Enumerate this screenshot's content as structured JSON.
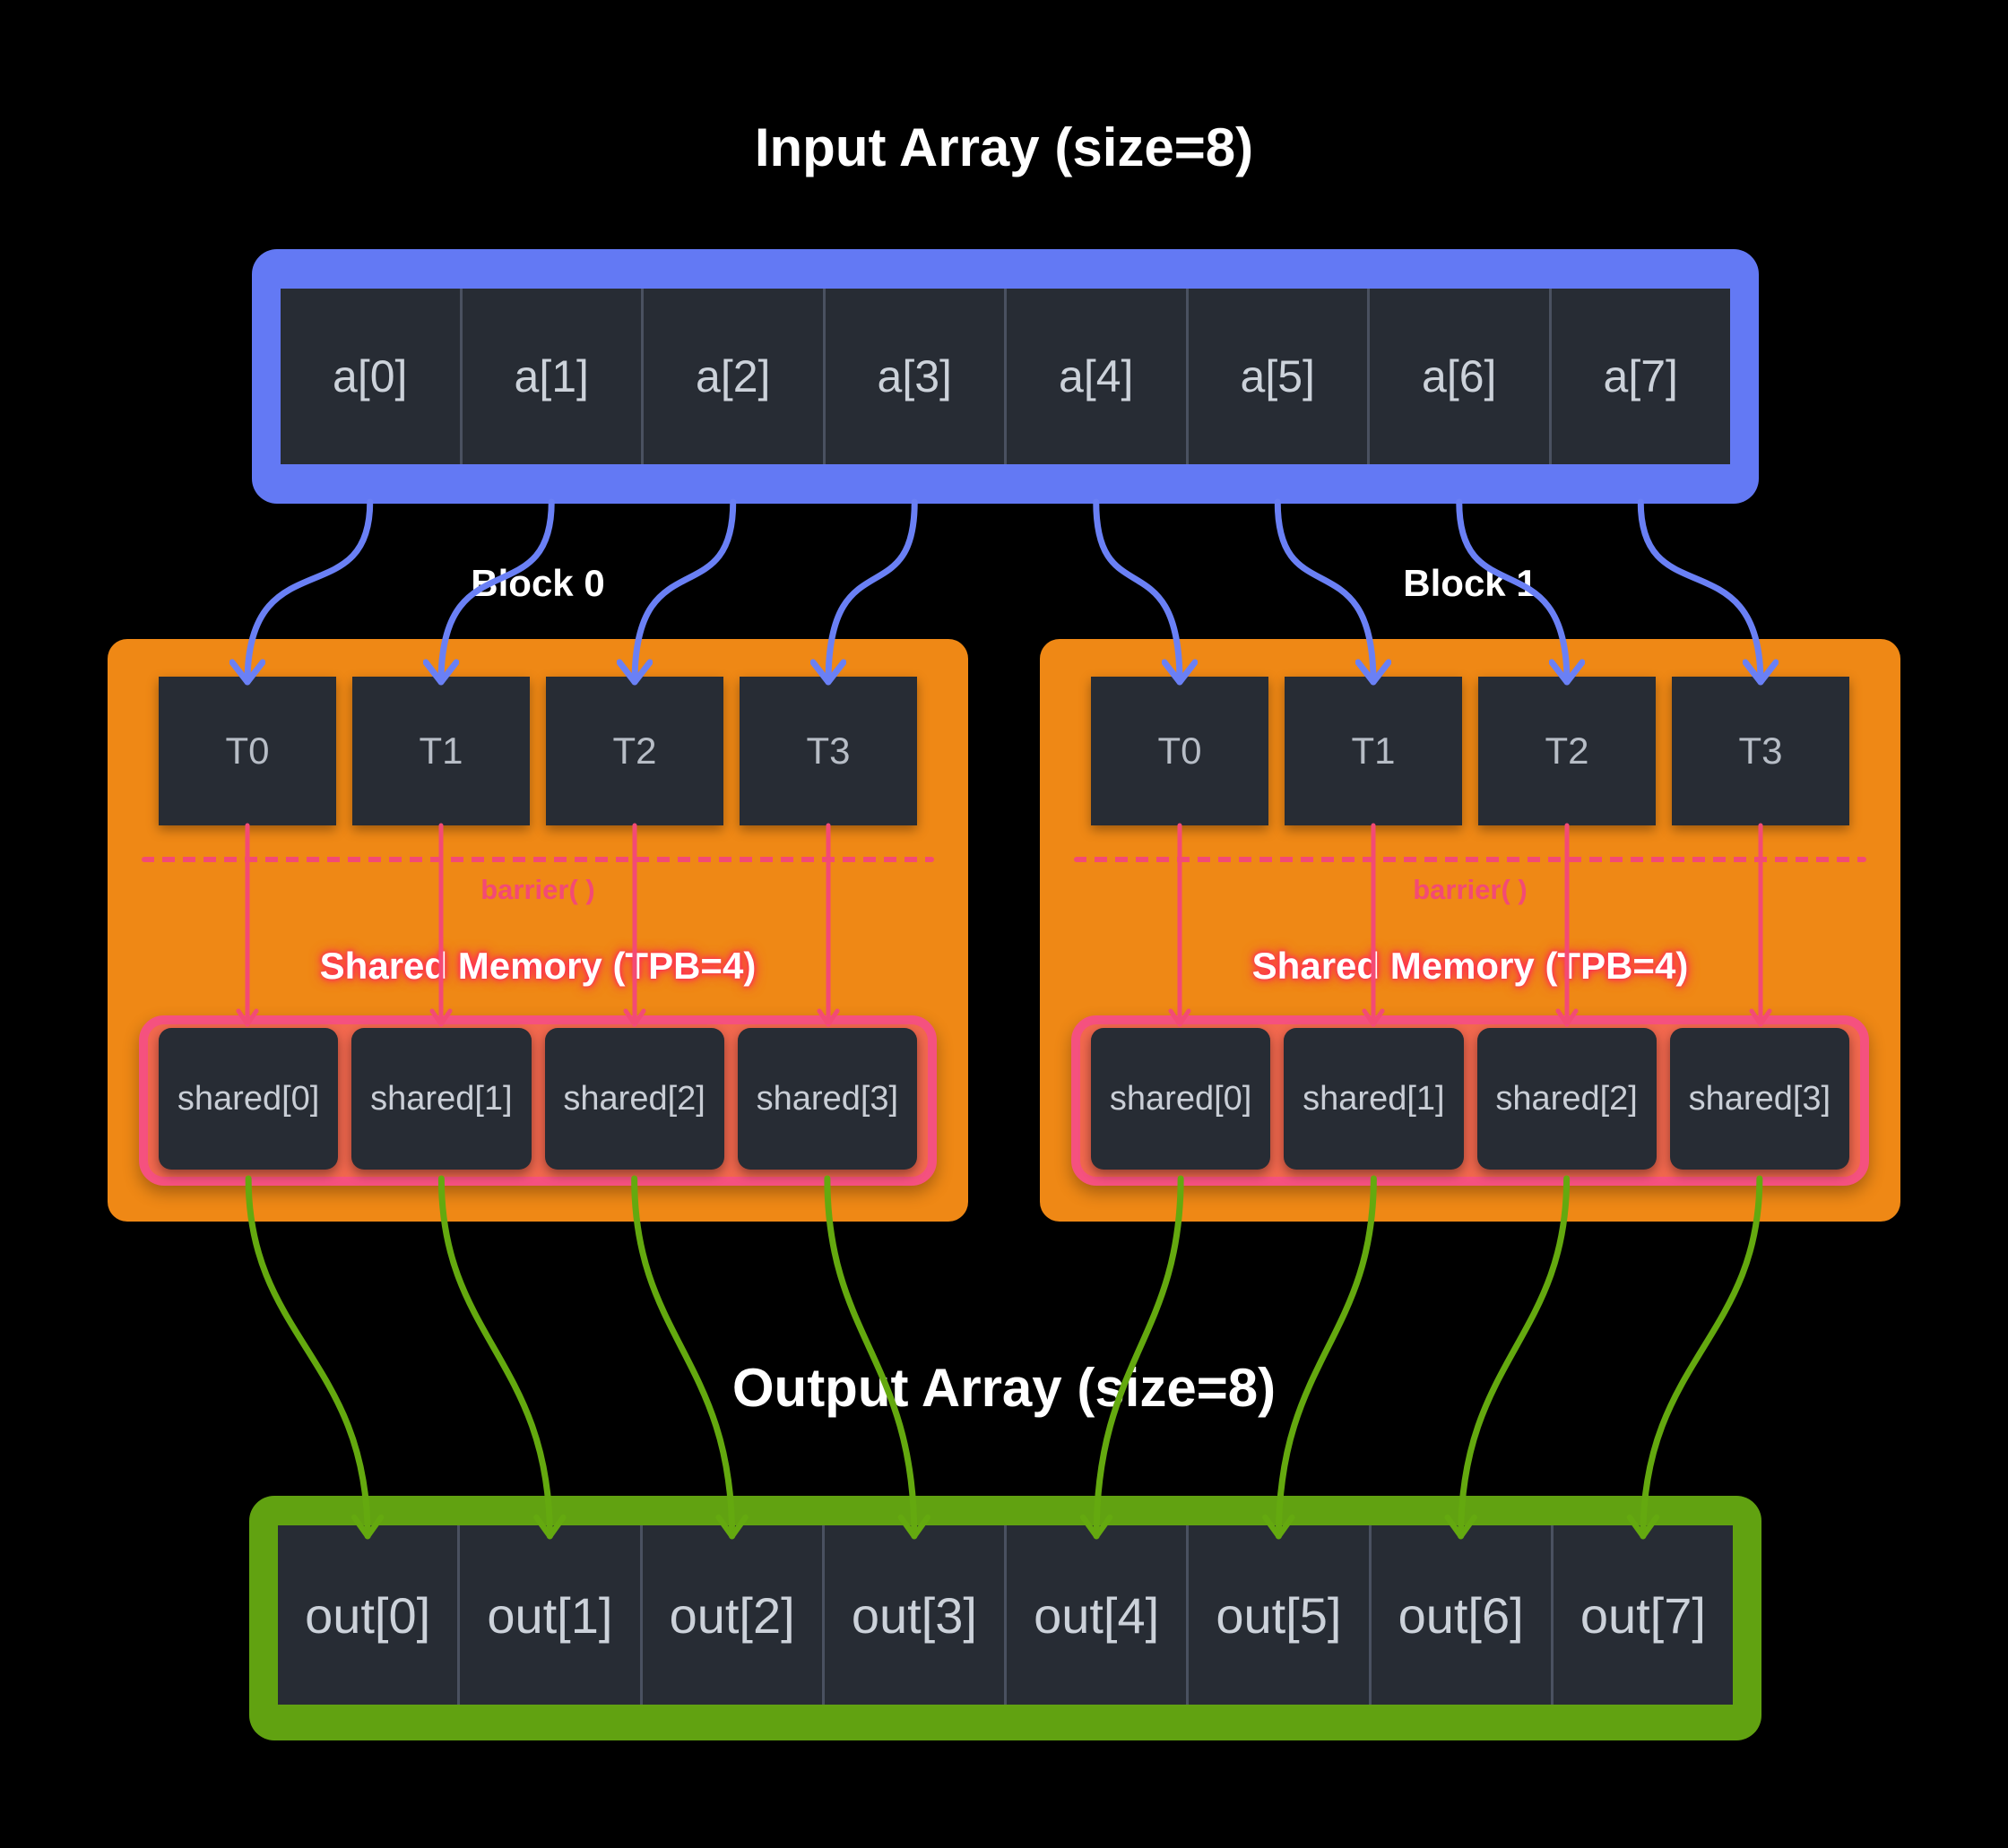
{
  "input": {
    "title": "Input Array (size=8)",
    "cells": [
      "a[0]",
      "a[1]",
      "a[2]",
      "a[3]",
      "a[4]",
      "a[5]",
      "a[6]",
      "a[7]"
    ]
  },
  "blocks": [
    {
      "label": "Block 0",
      "threads": [
        "T0",
        "T1",
        "T2",
        "T3"
      ],
      "barrier": "barrier( )",
      "shared_title": "Shared Memory (TPB=4)",
      "shared_cells": [
        "shared[0]",
        "shared[1]",
        "shared[2]",
        "shared[3]"
      ]
    },
    {
      "label": "Block 1",
      "threads": [
        "T0",
        "T1",
        "T2",
        "T3"
      ],
      "barrier": "barrier( )",
      "shared_title": "Shared Memory (TPB=4)",
      "shared_cells": [
        "shared[0]",
        "shared[1]",
        "shared[2]",
        "shared[3]"
      ]
    }
  ],
  "output": {
    "title": "Output Array (size=8)",
    "cells": [
      "out[0]",
      "out[1]",
      "out[2]",
      "out[3]",
      "out[4]",
      "out[5]",
      "out[6]",
      "out[7]"
    ]
  },
  "colors": {
    "background": "#000000",
    "input_frame": "#6379f4",
    "arrow_blue": "#6a80f5",
    "container_orange": "#ef8815",
    "pink": "#f34a75",
    "shared_border": "#f5517f",
    "shared_fill": "#f2684e",
    "cell_dark": "#272c34",
    "cell_text": "#ccd2da",
    "green_frame": "#61a211",
    "arrow_green": "#64a90f",
    "title_text": "#ffffff"
  }
}
